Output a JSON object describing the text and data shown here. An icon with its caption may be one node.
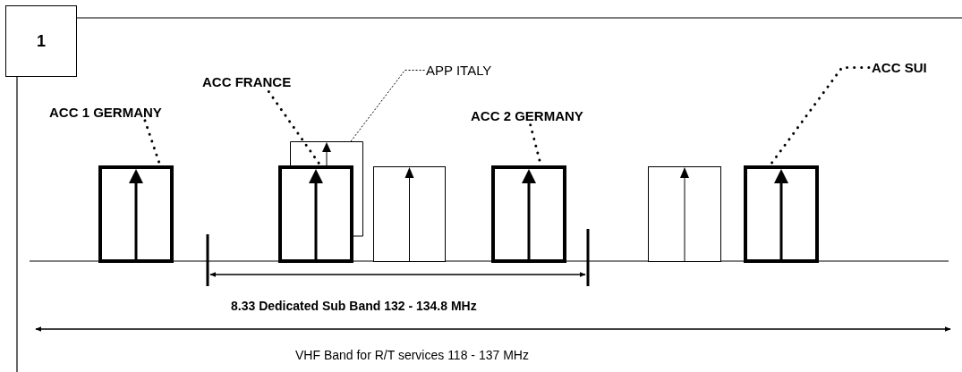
{
  "diagram": {
    "nodes": [
      {
        "text": [
          "1"
        ]
      },
      {
        "text": [
          "ACC 1 GERMANY"
        ]
      },
      {
        "text": [
          "ACC FRANCE"
        ]
      },
      {
        "text": [
          "APP ITALY"
        ]
      },
      {
        "text": [
          "ACC 2 GERMANY"
        ]
      },
      {
        "text": [
          "ACC SUI"
        ]
      },
      {
        "text": [],
        "shape": "box"
      },
      {
        "text": [],
        "shape": "box"
      },
      {
        "text": [],
        "shape": "box"
      },
      {
        "text": [],
        "shape": "box"
      },
      {
        "text": [],
        "shape": "box"
      },
      {
        "text": [],
        "shape": "box"
      },
      {
        "text": [],
        "shape": "box"
      }
    ],
    "edges": [
      {
        "from": 1,
        "to": 6,
        "arrow": "none",
        "style": "dashed"
      },
      {
        "from": 2,
        "to": 8,
        "arrow": "none",
        "style": "dashed"
      },
      {
        "from": 3,
        "to": 7,
        "arrow": "none",
        "style": "dashed"
      },
      {
        "from": 4,
        "to": 10,
        "arrow": "none",
        "style": "dashed"
      },
      {
        "from": 5,
        "to": 12,
        "arrow": "none",
        "style": "dashed"
      }
    ],
    "labels": [
      "8.33 Dedicated Sub Band 132 - 134.8 MHz",
      "VHF Band for R/T services 118 - 137 MHz"
    ]
  }
}
